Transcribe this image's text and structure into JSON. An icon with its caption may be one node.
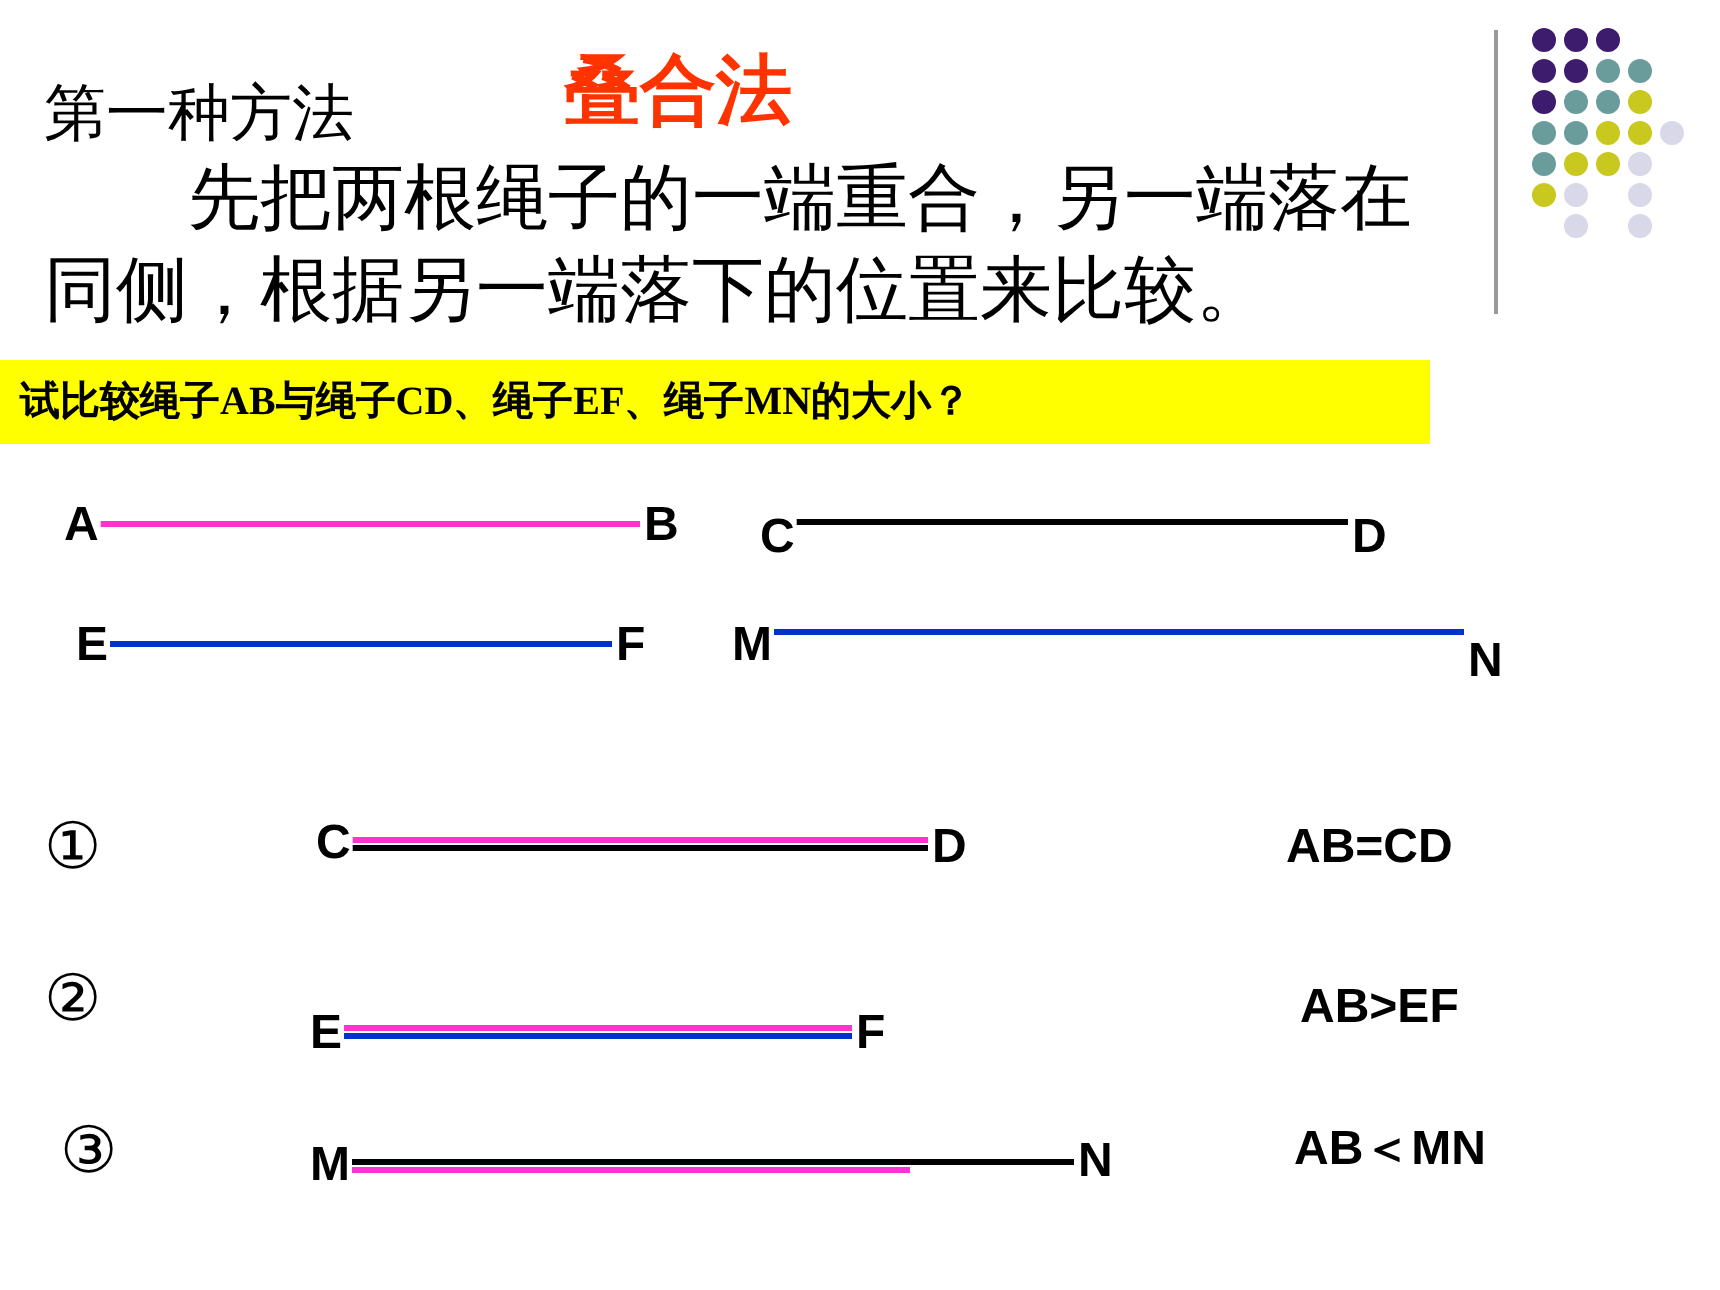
{
  "diagram": {
    "nodes": [
      {
        "text": [
          "试比较绳子AB与绳子CD、绳子EF、绳子MN的大小？"
        ]
      },
      {
        "text": [
          "A"
        ]
      },
      {
        "text": [
          "B"
        ]
      },
      {
        "text": [
          "C"
        ]
      },
      {
        "text": [
          "D"
        ]
      },
      {
        "text": [
          "E"
        ]
      },
      {
        "text": [
          "F"
        ]
      },
      {
        "text": [
          "M"
        ]
      },
      {
        "text": [
          "N"
        ]
      },
      {
        "text": [
          "C"
        ]
      },
      {
        "text": [
          "D"
        ]
      },
      {
        "text": [
          "E"
        ]
      },
      {
        "text": [
          "F"
        ]
      },
      {
        "text": [
          "M"
        ]
      },
      {
        "text": [
          "N"
        ]
      }
    ],
    "edges": [
      {
        "from": 1,
        "to": 2,
        "arrow": "none",
        "color": "#ff33cc"
      },
      {
        "from": 3,
        "to": 4,
        "arrow": "none",
        "color": "#000000"
      },
      {
        "from": 5,
        "to": 6,
        "arrow": "none",
        "color": "#0033cc"
      },
      {
        "from": 7,
        "to": 8,
        "arrow": "none",
        "color": "#0033cc"
      },
      {
        "from": 9,
        "to": 10,
        "arrow": "none",
        "color": "#000000"
      },
      {
        "from": 9,
        "to": 10,
        "arrow": "none",
        "color": "#ff33cc"
      },
      {
        "from": 11,
        "to": 12,
        "arrow": "none",
        "color": "#0033cc"
      },
      {
        "from": 11,
        "to": 12,
        "arrow": "none",
        "color": "#ff33cc"
      },
      {
        "from": 13,
        "to": 14,
        "arrow": "none",
        "color": "#000000"
      },
      {
        "from": 13,
        "to": null,
        "arrow": "none",
        "color": "#ff33cc"
      }
    ],
    "labels": [
      "第一种方法",
      "叠合法",
      "先把两根绳子的一端重合，另一端落在同侧，根据另一端落下的位置来比较。",
      "①",
      "AB=CD",
      "②",
      "AB>EF",
      "③",
      "AB＜MN"
    ]
  }
}
